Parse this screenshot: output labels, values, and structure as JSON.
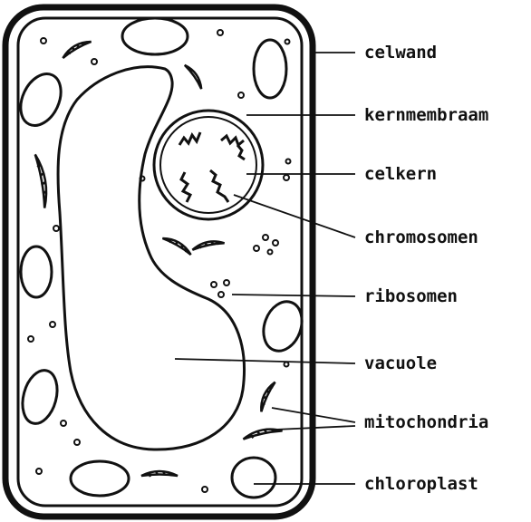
{
  "labels": {
    "celwand": "celwand",
    "kernmembraam": "kernmembraam",
    "celkern": "celkern",
    "chromosomen": "chromosomen",
    "ribosomen": "ribosomen",
    "vacuole": "vacuole",
    "mitochondria": "mitochondria",
    "chloroplast": "chloroplast"
  },
  "colors": {
    "ink": "#111111",
    "background": "#ffffff"
  }
}
